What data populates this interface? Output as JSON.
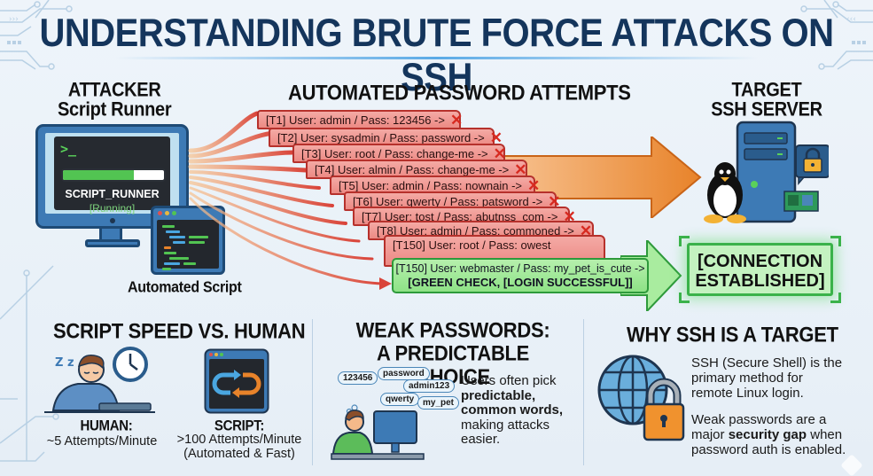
{
  "title": "UNDERSTANDING BRUTE FORCE ATTACKS ON SSH",
  "attacker": {
    "heading_line1": "ATTACKER",
    "heading_line2": "Script Runner",
    "prompt": ">_",
    "progress_fraction": 0.7,
    "runner_name": "SCRIPT_RUNNER",
    "runner_status": "[Running]",
    "auto_label": "Automated Script",
    "icons": [
      "monitor-icon",
      "code-window-icon"
    ]
  },
  "attempts": {
    "heading": "AUTOMATED PASSWORD ATTEMPTS",
    "fail_mark": "✕",
    "items": [
      {
        "text": "[T1] User: admin / Pass: 123456 ->",
        "failed": true
      },
      {
        "text": "[T2] User: sysadmin / Pass: password ->",
        "failed": true
      },
      {
        "text": "[T3] User: root / Pass: change-me ->",
        "failed": true
      },
      {
        "text": "[T4] User: almin / Pass: change-me ->",
        "failed": true
      },
      {
        "text": "[T5] User: admin / Pass: nownain ->",
        "failed": true
      },
      {
        "text": "[T6] User: qwerty / Pass: patsword ->",
        "failed": true
      },
      {
        "text": "[T7] User: tost / Pass: abutnss_com ->",
        "failed": true
      },
      {
        "text": "[T8] User: admin / Pass: commoned ->",
        "failed": true
      },
      {
        "text": "[T150] User: root / Pass: owest",
        "failed": false
      }
    ],
    "success": {
      "line1": "[T150] User: webmaster / Pass: my_pet_is_cute ->",
      "line2": "[GREEN CHECK, [LOGIN SUCCESSFUL]]"
    }
  },
  "target": {
    "heading_line1": "TARGET",
    "heading_line2": "SSH SERVER",
    "icons": [
      "server-icon",
      "linux-penguin-icon",
      "padlock-icon",
      "circuit-board-icon"
    ],
    "connection_line1": "[CONNECTION",
    "connection_line2": "ESTABLISHED]"
  },
  "speed": {
    "heading": "SCRIPT SPEED VS. HUMAN",
    "human_label": "HUMAN:",
    "human_rate": "~5 Attempts/Minute",
    "script_label": "SCRIPT:",
    "script_rate": ">100 Attempts/Minute",
    "script_note": "(Automated & Fast)",
    "zzz": "Z z",
    "icons": [
      "sleepy-person-icon",
      "clock-icon",
      "refresh-loop-icon"
    ]
  },
  "weak": {
    "heading_line1": "WEAK PASSWORDS:",
    "heading_line2": "A PREDICTABLE CHOICE",
    "bubbles": [
      "123456",
      "password",
      "admin123",
      "qwerty",
      "my_pet"
    ],
    "desc_1": "Users often pick",
    "desc_bold_1": "predictable,",
    "desc_bold_2": "common words,",
    "desc_2": "making attacks",
    "desc_3": "easier.",
    "icons": [
      "person-at-computer-icon"
    ]
  },
  "why": {
    "heading": "WHY SSH IS A TARGET",
    "p1_l1": "SSH (Secure Shell) is the",
    "p1_l2": "primary method for",
    "p1_l3": "remote Linux login.",
    "p2_l1": "Weak passwords are a",
    "p2_l2a": "major ",
    "p2_l2b": "security gap",
    "p2_l2c": " when",
    "p2_l3": "password auth is enabled.",
    "icons": [
      "globe-icon",
      "padlock-icon"
    ]
  },
  "colors": {
    "title": "#14355c",
    "fail_card": "#ec8a84",
    "fail_border": "#b6312c",
    "success_card": "#8ee286",
    "success_border": "#2e9a3b",
    "arrow_orange": "#e8832a",
    "monitor_blue": "#3d7ab5"
  }
}
